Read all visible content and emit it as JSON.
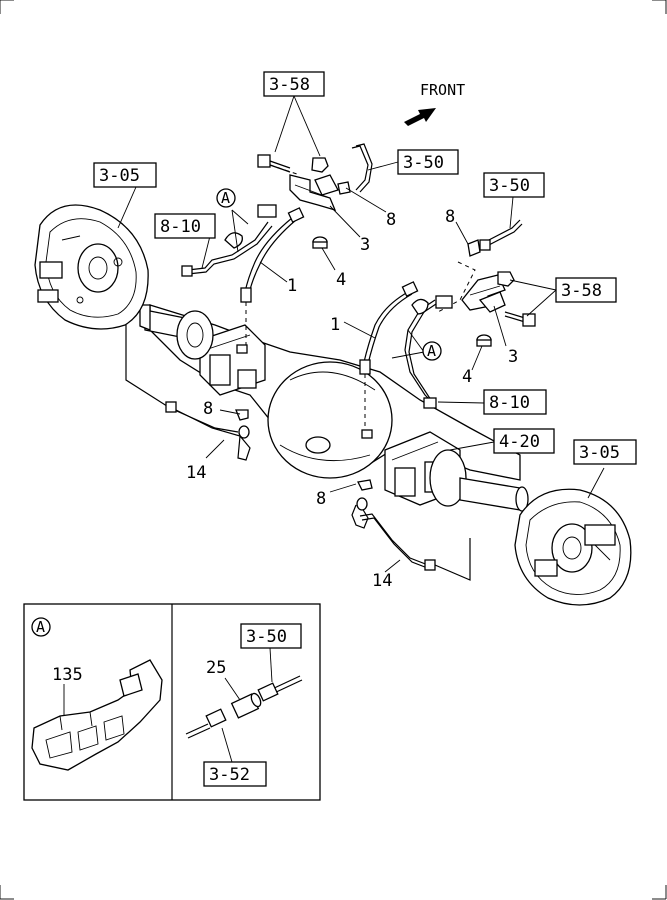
{
  "front_label": "FRONT",
  "ref_boxes": {
    "b358_top": "3-58",
    "b350_top": "3-50",
    "b350_right": "3-50",
    "b305_left": "3-05",
    "b810_left": "8-10",
    "b358_right": "3-58",
    "b810_right": "8-10",
    "b420": "4-20",
    "b305_right": "3-05",
    "b350_detail": "3-50",
    "b352_detail": "3-52"
  },
  "callouts": {
    "c8_top": "8",
    "c3_top": "3",
    "c4_top": "4",
    "c1_top": "1",
    "cA_top": "A",
    "c8_right": "8",
    "c1_mid": "1",
    "cA_mid": "A",
    "c3_right": "3",
    "c4_right": "4",
    "c8_left": "8",
    "c14_left": "14",
    "c8_bottom": "8",
    "c14_bottom": "14",
    "detail_a_label": "A",
    "c135": "135",
    "c25": "25"
  }
}
